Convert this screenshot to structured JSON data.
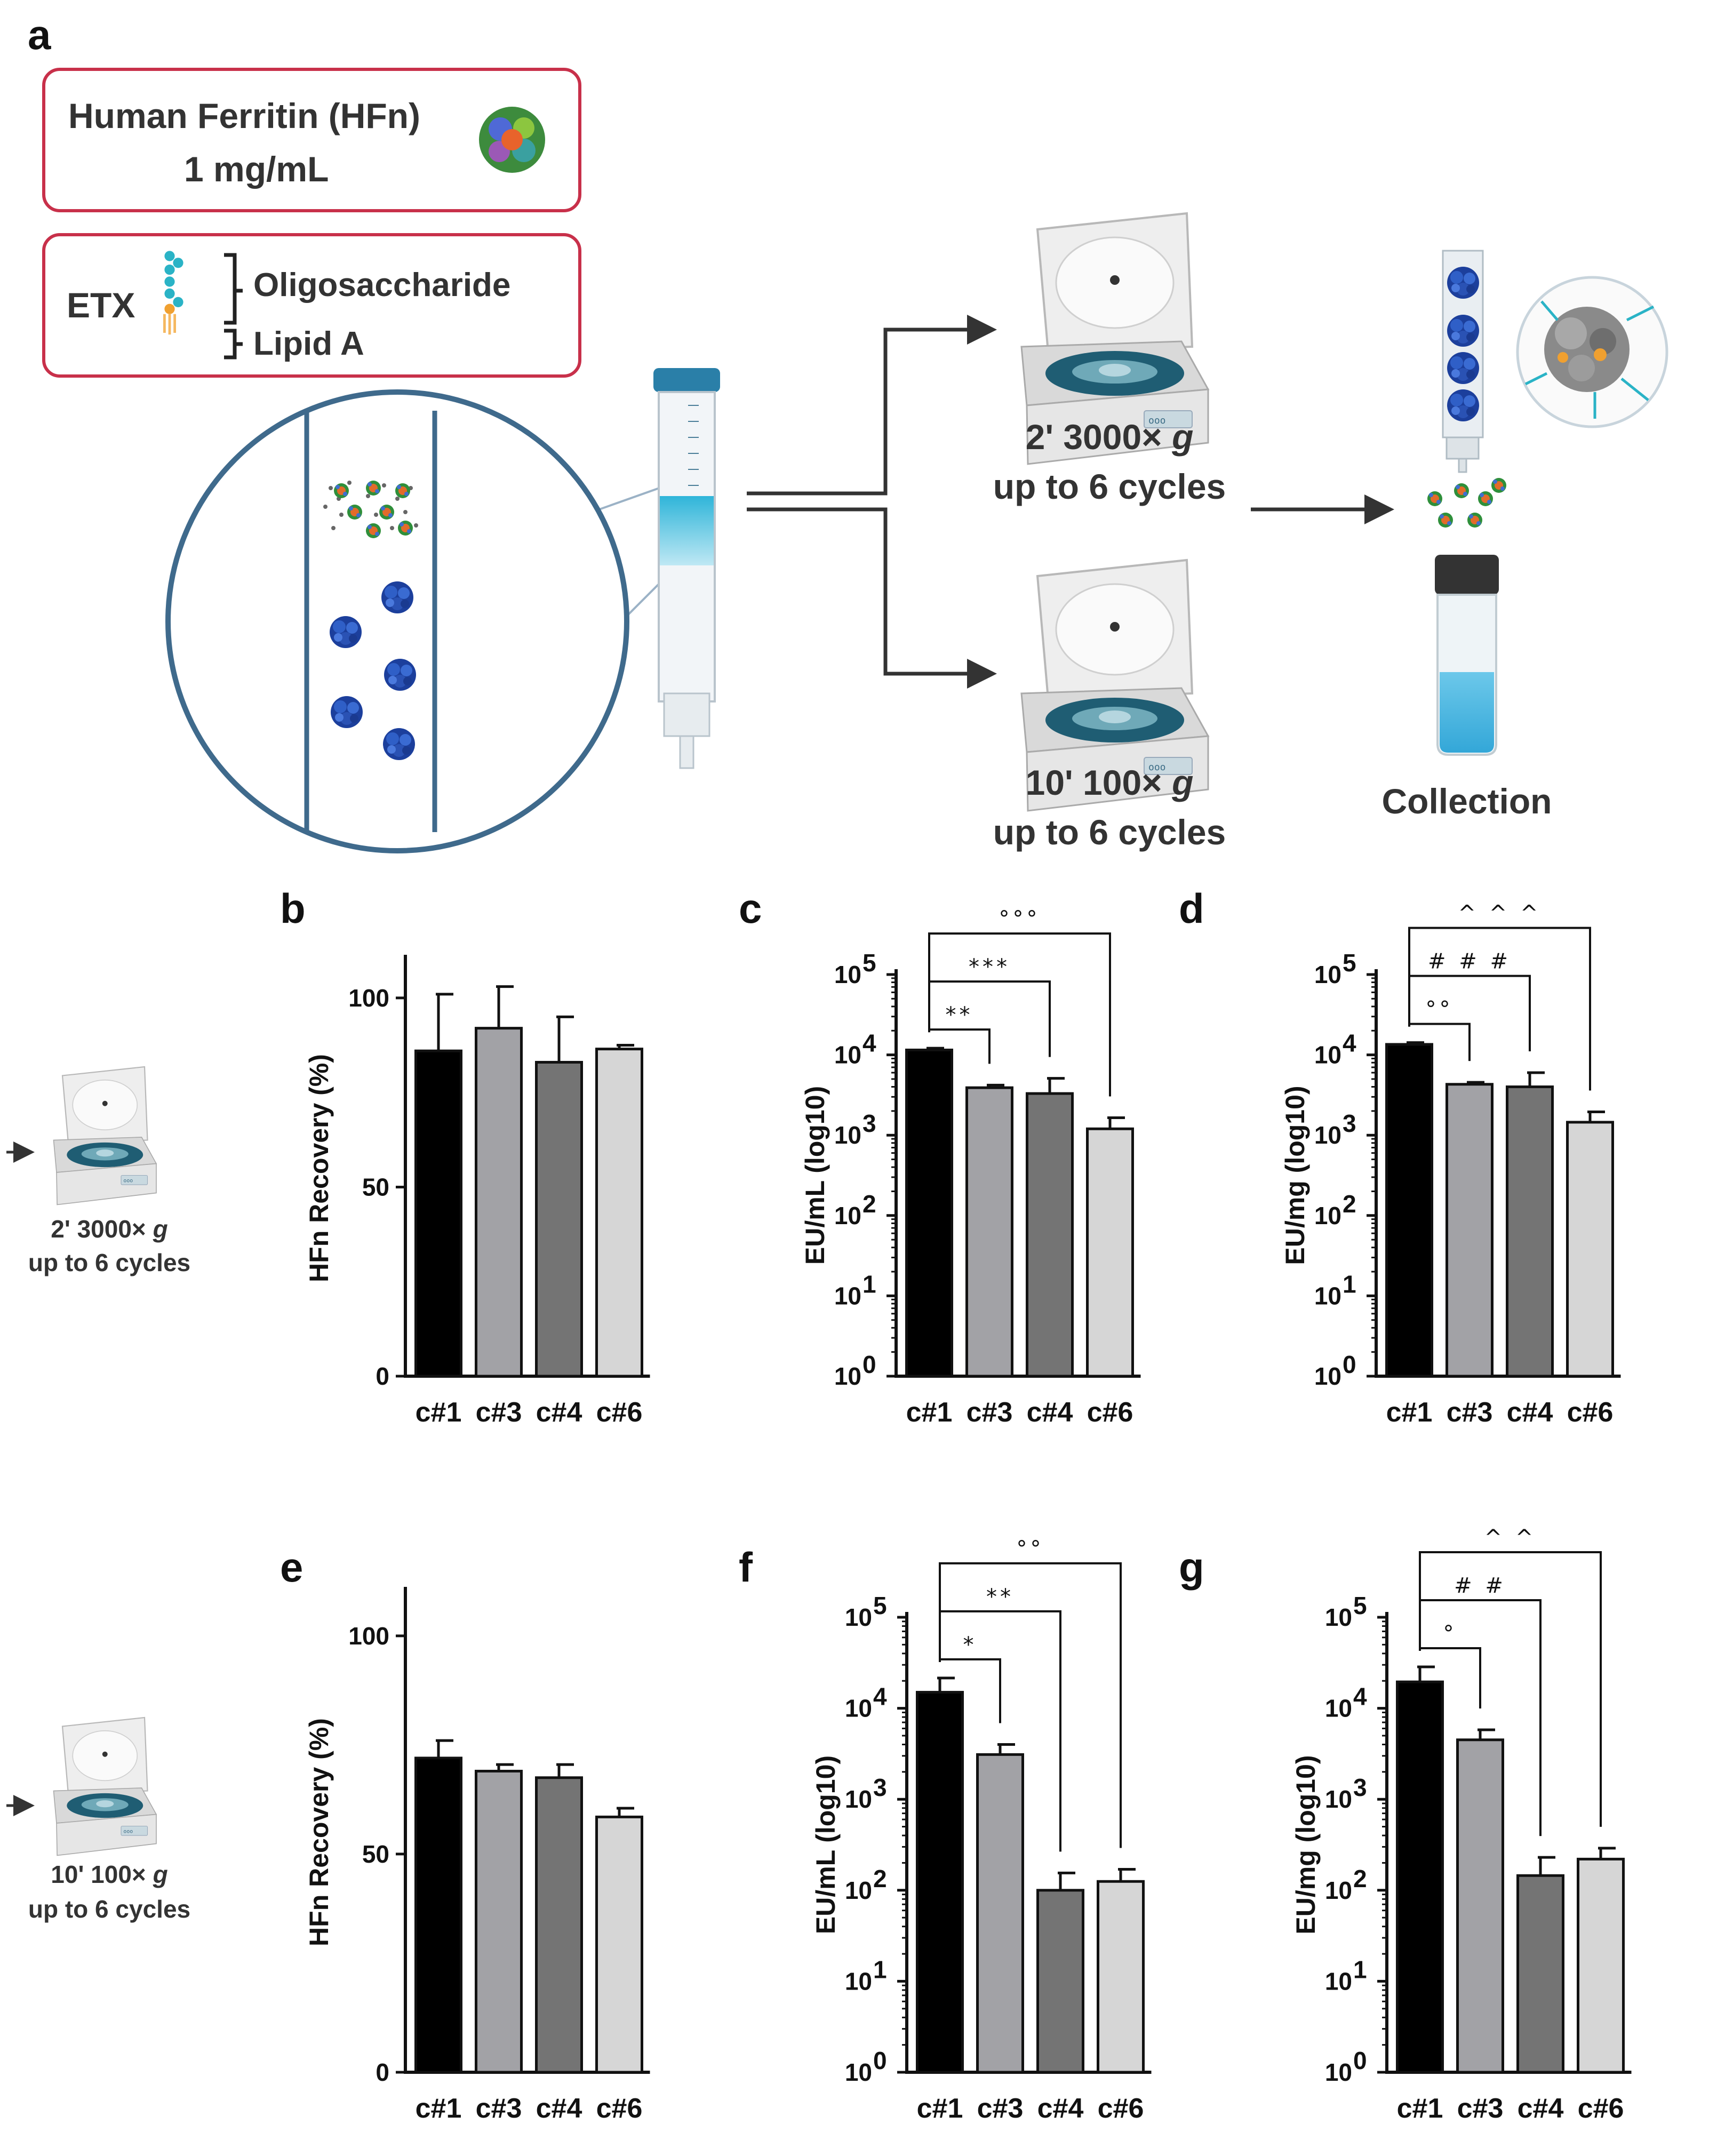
{
  "panel_a": {
    "letter": "a",
    "box1_line1": "Human Ferritin (HFn)",
    "box1_line2": "1 mg/mL",
    "etx_label": "ETX",
    "oligo_label": "Oligosaccharide",
    "lipid_label": "Lipid A",
    "top_line1": "2'  3000× ",
    "top_g": "g",
    "top_line2": "up to 6 cycles",
    "bottom_line1": "10'  100× ",
    "bottom_g": "g",
    "bottom_line2": "up to 6 cycles",
    "collection_label": "Collection"
  },
  "row_labels": {
    "row1_line1": "2'  3000× ",
    "row1_g": "g",
    "row1_line2": "up to 6 cycles",
    "row2_line1": "10'  100× ",
    "row2_g": "g",
    "row2_line2": "up to 6 cycles"
  },
  "chart_data": [
    {
      "id": "b",
      "panel": "b",
      "type": "bar",
      "categories": [
        "c#1",
        "c#3",
        "c#4",
        "c#6"
      ],
      "values": [
        86,
        92,
        83,
        86.5
      ],
      "errors": [
        15,
        11,
        12,
        1
      ],
      "ylabel": "HFn  Recovery (%)",
      "ylim": [
        0,
        110
      ],
      "yscale": "linear",
      "yticks": [
        0,
        50,
        100
      ],
      "ytick_labels": [
        "0",
        "50",
        "100"
      ],
      "colors": [
        "#000000",
        "#a2a2a6",
        "#747474",
        "#d6d6d6"
      ],
      "significance": []
    },
    {
      "id": "c",
      "panel": "c",
      "type": "bar",
      "categories": [
        "c#1",
        "c#3",
        "c#4",
        "c#6"
      ],
      "values": [
        11500,
        3900,
        3300,
        1200
      ],
      "errors": [
        600,
        300,
        1800,
        450
      ],
      "ylabel": "EU/mL (log10)",
      "ylim": [
        1,
        100000
      ],
      "yscale": "log",
      "yticks": [
        1,
        10,
        100,
        1000,
        10000,
        100000
      ],
      "ytick_labels": [
        "10",
        "10",
        "10",
        "10",
        "10",
        "10"
      ],
      "ytick_exps": [
        "0",
        "1",
        "2",
        "3",
        "4",
        "5"
      ],
      "colors": [
        "#000000",
        "#a2a2a6",
        "#747474",
        "#d6d6d6"
      ],
      "significance": [
        {
          "from": 0,
          "to": 1,
          "label": "**"
        },
        {
          "from": 0,
          "to": 2,
          "label": "***"
        },
        {
          "from": 0,
          "to": 3,
          "label": "°°°"
        }
      ]
    },
    {
      "id": "d",
      "panel": "d",
      "type": "bar",
      "categories": [
        "c#1",
        "c#3",
        "c#4",
        "c#6"
      ],
      "values": [
        13500,
        4300,
        4000,
        1450
      ],
      "errors": [
        700,
        250,
        2000,
        500
      ],
      "ylabel": "EU/mg (log10)",
      "ylim": [
        1,
        100000
      ],
      "yscale": "log",
      "yticks": [
        1,
        10,
        100,
        1000,
        10000,
        100000
      ],
      "ytick_labels": [
        "10",
        "10",
        "10",
        "10",
        "10",
        "10"
      ],
      "ytick_exps": [
        "0",
        "1",
        "2",
        "3",
        "4",
        "5"
      ],
      "colors": [
        "#000000",
        "#a2a2a6",
        "#747474",
        "#d6d6d6"
      ],
      "significance": [
        {
          "from": 0,
          "to": 1,
          "label": "°°"
        },
        {
          "from": 0,
          "to": 2,
          "label": "# # #"
        },
        {
          "from": 0,
          "to": 3,
          "label": "^ ^ ^"
        }
      ]
    },
    {
      "id": "e",
      "panel": "e",
      "type": "bar",
      "categories": [
        "c#1",
        "c#3",
        "c#4",
        "c#6"
      ],
      "values": [
        72,
        69,
        67.5,
        58.5
      ],
      "errors": [
        4,
        1.5,
        3,
        2
      ],
      "ylabel": "HFn  Recovery (%)",
      "ylim": [
        0,
        110
      ],
      "yscale": "linear",
      "yticks": [
        0,
        50,
        100
      ],
      "ytick_labels": [
        "0",
        "50",
        "100"
      ],
      "colors": [
        "#000000",
        "#a2a2a6",
        "#747474",
        "#d6d6d6"
      ],
      "significance": []
    },
    {
      "id": "f",
      "panel": "f",
      "type": "bar",
      "categories": [
        "c#1",
        "c#3",
        "c#4",
        "c#6"
      ],
      "values": [
        15000,
        3100,
        100,
        125
      ],
      "errors": [
        6500,
        900,
        55,
        45
      ],
      "ylabel": "EU/mL (log10)",
      "ylim": [
        1,
        100000
      ],
      "yscale": "log",
      "yticks": [
        1,
        10,
        100,
        1000,
        10000,
        100000
      ],
      "ytick_labels": [
        "10",
        "10",
        "10",
        "10",
        "10",
        "10"
      ],
      "ytick_exps": [
        "0",
        "1",
        "2",
        "3",
        "4",
        "5"
      ],
      "colors": [
        "#000000",
        "#a2a2a6",
        "#747474",
        "#d6d6d6"
      ],
      "significance": [
        {
          "from": 0,
          "to": 1,
          "label": "*"
        },
        {
          "from": 0,
          "to": 2,
          "label": "**"
        },
        {
          "from": 0,
          "to": 3,
          "label": "°°"
        }
      ]
    },
    {
      "id": "g",
      "panel": "g",
      "type": "bar",
      "categories": [
        "c#1",
        "c#3",
        "c#4",
        "c#6"
      ],
      "values": [
        19500,
        4500,
        145,
        220
      ],
      "errors": [
        9000,
        1300,
        85,
        70
      ],
      "ylabel": "EU/mg (log10)",
      "ylim": [
        1,
        100000
      ],
      "yscale": "log",
      "yticks": [
        1,
        10,
        100,
        1000,
        10000,
        100000
      ],
      "ytick_labels": [
        "10",
        "10",
        "10",
        "10",
        "10",
        "10"
      ],
      "ytick_exps": [
        "0",
        "1",
        "2",
        "3",
        "4",
        "5"
      ],
      "colors": [
        "#000000",
        "#a2a2a6",
        "#747474",
        "#d6d6d6"
      ],
      "significance": [
        {
          "from": 0,
          "to": 1,
          "label": "°"
        },
        {
          "from": 0,
          "to": 2,
          "label": "# #"
        },
        {
          "from": 0,
          "to": 3,
          "label": "^ ^"
        }
      ]
    }
  ]
}
